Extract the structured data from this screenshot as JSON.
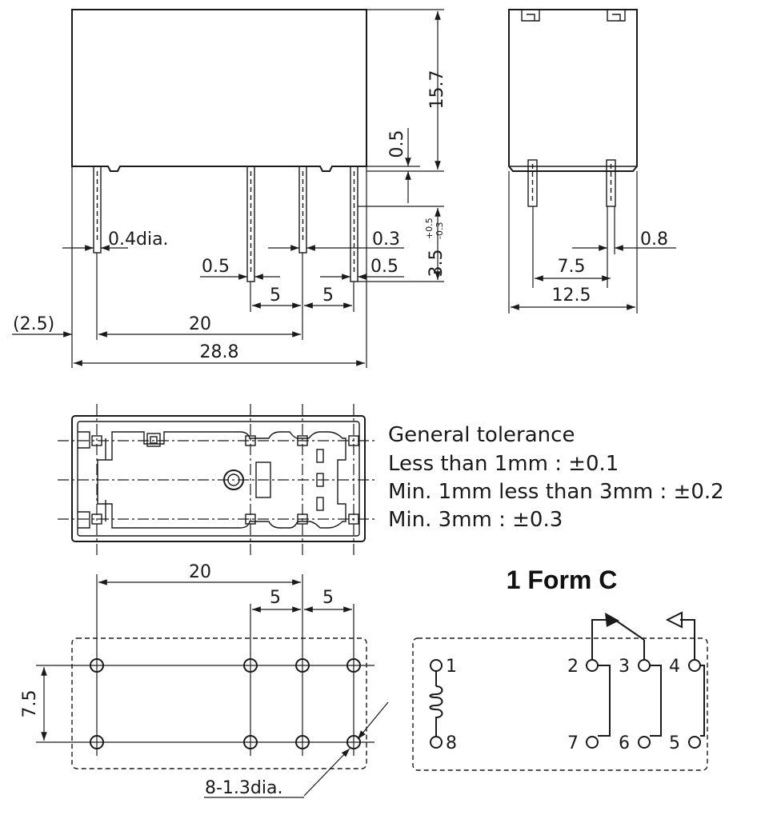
{
  "dimensions": {
    "height_15_7": "15.7",
    "gap_0_5": "0.5",
    "pin_len": "3.5",
    "pin_len_plus": "+0.5",
    "pin_len_minus": "-0.3",
    "pin_dia": "0.4dia.",
    "pin_0_3": "0.3",
    "pin_0_5_left": "0.5",
    "pin_0_5_right": "0.5",
    "pitch_5_a": "5",
    "pitch_5_b": "5",
    "offset_2_5": "(2.5)",
    "span_20": "20",
    "length_28_8": "28.8",
    "side_0_8": "0.8",
    "side_7_5": "7.5",
    "side_12_5": "12.5",
    "pcb_20": "20",
    "pcb_5_a": "5",
    "pcb_5_b": "5",
    "pcb_7_5": "7.5",
    "hole_dia": "8-1.3dia."
  },
  "tolerance": {
    "heading": "General tolerance",
    "line1": "Less than 1mm : ±0.1",
    "line2": "Min. 1mm less than 3mm : ±0.2",
    "line3": "Min. 3mm : ±0.3"
  },
  "schematic": {
    "title": "1 Form C",
    "pins": [
      "1",
      "8",
      "2",
      "3",
      "4",
      "7",
      "6",
      "5"
    ]
  }
}
